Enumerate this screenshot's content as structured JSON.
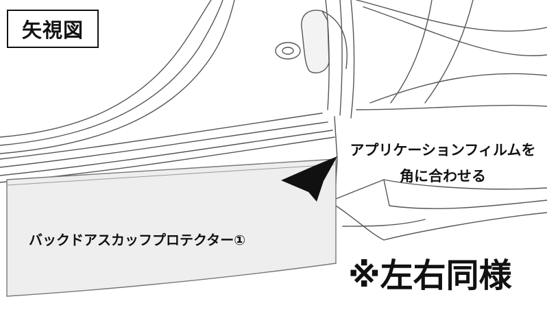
{
  "view_label": "矢視図",
  "callout": {
    "line1": "アプリケーションフィルムを",
    "line2": "角に合わせる"
  },
  "part_label": "バックドアスカッフプロテクター①",
  "note": "※左右同様",
  "icons": {
    "arrow": "pointing-arrow-icon"
  }
}
